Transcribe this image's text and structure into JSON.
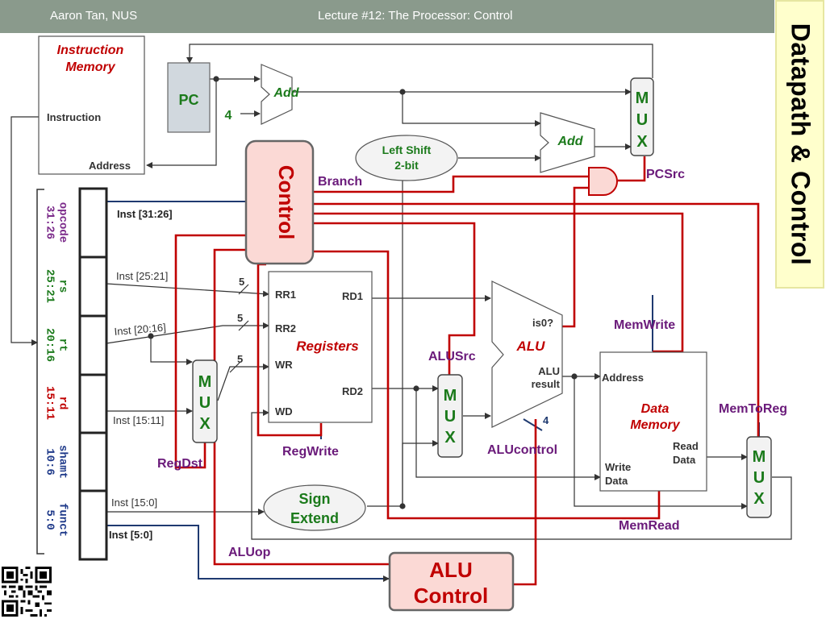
{
  "header": {
    "author": "Aaron Tan, NUS",
    "lecture": "Lecture #12: The Processor: Control"
  },
  "side_title": "Datapath & Control",
  "instruction_memory": {
    "title_line1": "Instruction",
    "title_line2": "Memory",
    "instruction": "Instruction",
    "address": "Address"
  },
  "pc": {
    "label": "PC",
    "four": "4"
  },
  "adders": {
    "add1": "Add",
    "add2": "Add"
  },
  "left_shift": {
    "line1": "Left Shift",
    "line2": "2-bit"
  },
  "control": "Control",
  "alu_control": {
    "line1": "ALU",
    "line2": "Control"
  },
  "signals": {
    "branch": "Branch",
    "pcsrc": "PCSrc",
    "regdst": "RegDst",
    "regwrite": "RegWrite",
    "alusrc": "ALUSrc",
    "alucontrol": "ALUcontrol",
    "memwrite": "MemWrite",
    "memread": "MemRead",
    "memtoreg": "MemToReg",
    "aluop": "ALUop"
  },
  "fields": [
    {
      "name": "opcode",
      "bits": "31:26",
      "color": "#7b2a8a"
    },
    {
      "name": "rs",
      "bits": "25:21",
      "color": "#1b7a1b"
    },
    {
      "name": "rt",
      "bits": "20:16",
      "color": "#1b7a1b"
    },
    {
      "name": "rd",
      "bits": "15:11",
      "color": "#c00000"
    },
    {
      "name": "shamt",
      "bits": "10:6",
      "color": "#1f3a8a"
    },
    {
      "name": "funct",
      "bits": "5:0",
      "color": "#1f3a8a"
    }
  ],
  "inst_labels": {
    "i31_26": "Inst [31:26]",
    "i25_21": "Inst [25:21]",
    "i20_16": "Inst [20:16]",
    "i15_11": "Inst [15:11]",
    "i15_0": "Inst [15:0]",
    "i5_0": "Inst [5:0]"
  },
  "bus_widths": {
    "w1": "5",
    "w2": "5",
    "w3": "5",
    "w4": "4"
  },
  "registers": {
    "title": "Registers",
    "rr1": "RR1",
    "rr2": "RR2",
    "wr": "WR",
    "wd": "WD",
    "rd1": "RD1",
    "rd2": "RD2"
  },
  "alu": {
    "title": "ALU",
    "is0": "is0?",
    "result1": "ALU",
    "result2": "result"
  },
  "data_memory": {
    "title1": "Data",
    "title2": "Memory",
    "address": "Address",
    "write1": "Write",
    "write2": "Data",
    "read1": "Read",
    "read2": "Data"
  },
  "sign_extend": {
    "line1": "Sign",
    "line2": "Extend"
  },
  "mux": {
    "m": "M",
    "u": "U",
    "x": "X"
  },
  "colors": {
    "control_red": "#c00000",
    "navy": "#1f3a70",
    "box_fill": "#fbd9d5",
    "signal_purple": "#6a1a7a",
    "green": "#1b7a1b"
  }
}
